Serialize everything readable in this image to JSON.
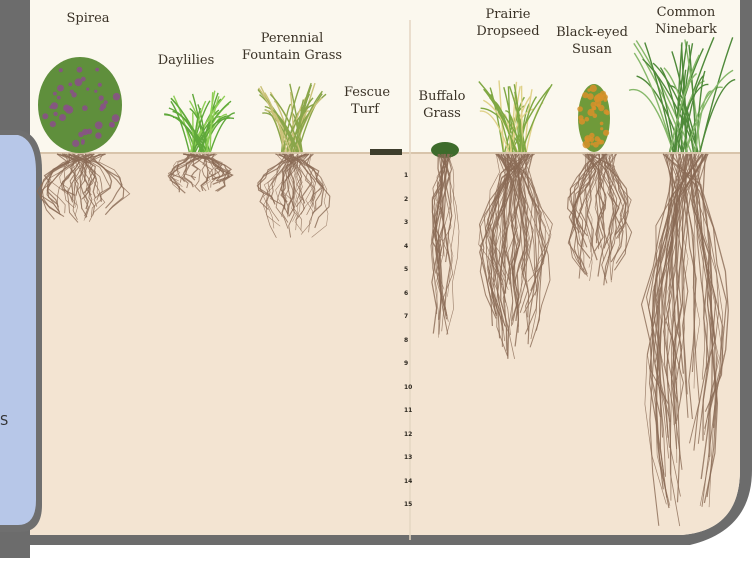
{
  "plants": [
    {
      "id": "spirea",
      "label": "Spirea"
    },
    {
      "id": "daylilies",
      "label": "Daylilies"
    },
    {
      "id": "fountain-grass",
      "label": "Perennial\nFountain Grass"
    },
    {
      "id": "fescue",
      "label": "Fescue\nTurf"
    },
    {
      "id": "buffalo",
      "label": "Buffalo\nGrass"
    },
    {
      "id": "dropseed",
      "label": "Prairie\nDropseed"
    },
    {
      "id": "black-eyed",
      "label": "Black-eyed\nSusan"
    },
    {
      "id": "ninebark",
      "label": "Common\nNinebark"
    }
  ],
  "depth_scale": [
    "1",
    "2",
    "3",
    "4",
    "5",
    "6",
    "7",
    "8",
    "9",
    "10",
    "11",
    "12",
    "13",
    "14",
    "15"
  ],
  "side_text": "S",
  "colors": {
    "soil": "#f3e4d2",
    "root": "#8a6a55",
    "panel_blue": "#a9bde4",
    "frame_gray": "#707070",
    "sky": "#fbf8ee"
  }
}
